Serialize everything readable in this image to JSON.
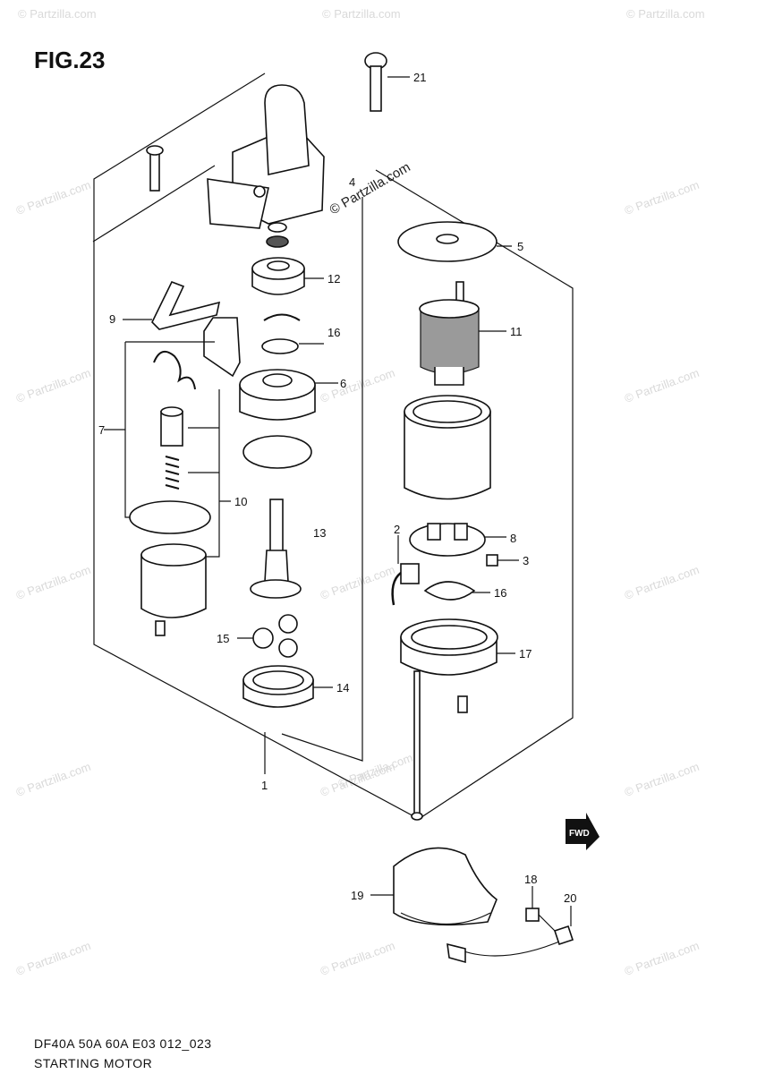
{
  "figure": {
    "title": "FIG.23",
    "code": "DF40A 50A 60A E03 012_023",
    "name": "STARTING MOTOR"
  },
  "watermark": "© Partzilla.com",
  "fwd_label": "FWD",
  "callouts": [
    {
      "id": "1",
      "label": "1"
    },
    {
      "id": "2",
      "label": "2"
    },
    {
      "id": "3",
      "label": "3"
    },
    {
      "id": "4",
      "label": "4"
    },
    {
      "id": "5",
      "label": "5"
    },
    {
      "id": "6",
      "label": "6"
    },
    {
      "id": "7",
      "label": "7"
    },
    {
      "id": "8",
      "label": "8"
    },
    {
      "id": "9",
      "label": "9"
    },
    {
      "id": "10",
      "label": "10"
    },
    {
      "id": "11",
      "label": "11"
    },
    {
      "id": "12",
      "label": "12"
    },
    {
      "id": "13",
      "label": "13"
    },
    {
      "id": "14",
      "label": "14"
    },
    {
      "id": "15",
      "label": "15"
    },
    {
      "id": "16a",
      "label": "16"
    },
    {
      "id": "16b",
      "label": "16"
    },
    {
      "id": "17",
      "label": "17"
    },
    {
      "id": "18",
      "label": "18"
    },
    {
      "id": "19",
      "label": "19"
    },
    {
      "id": "20",
      "label": "20"
    },
    {
      "id": "21",
      "label": "21"
    }
  ]
}
